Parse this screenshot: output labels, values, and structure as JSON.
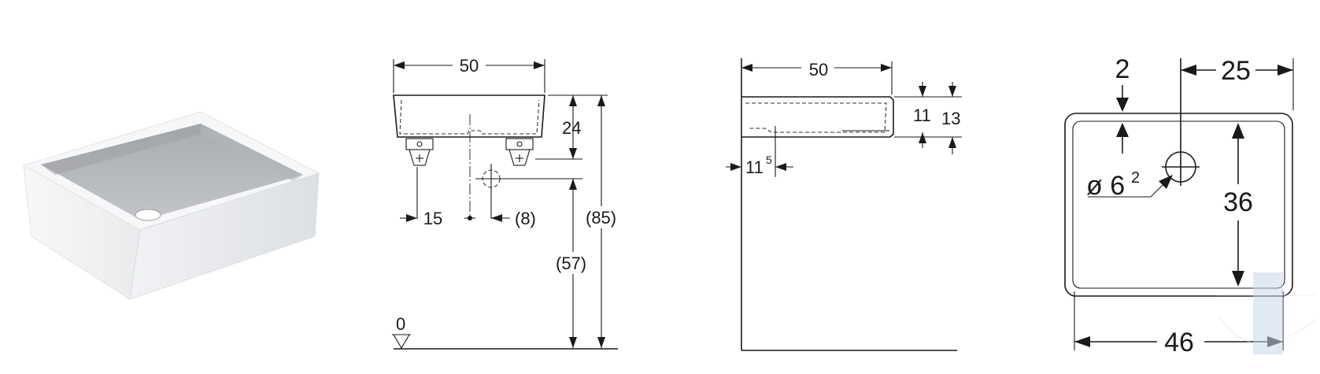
{
  "product_view": {
    "icon": "sink-3d-icon"
  },
  "front_view": {
    "width": "50",
    "height_upper": "24",
    "total_height": "(85)",
    "drain_height": "(57)",
    "offset_left": "15",
    "offset_right": "(8)",
    "floor_level": "0"
  },
  "side_view": {
    "width": "50",
    "inner_depth": "11",
    "outer_depth": "13",
    "wall_offset": "11",
    "wall_offset_sup": "5"
  },
  "top_view": {
    "rim": "2",
    "drain_offset": "25",
    "depth": "36",
    "width": "46",
    "hole_diameter_prefix": "ø 6",
    "hole_diameter_sup": "2"
  },
  "colors": {
    "basin_gray": "#b9bbbd",
    "body_white": "#f3f4f5",
    "line": "#1a1a1a",
    "watermark": "#c9d8ea"
  }
}
